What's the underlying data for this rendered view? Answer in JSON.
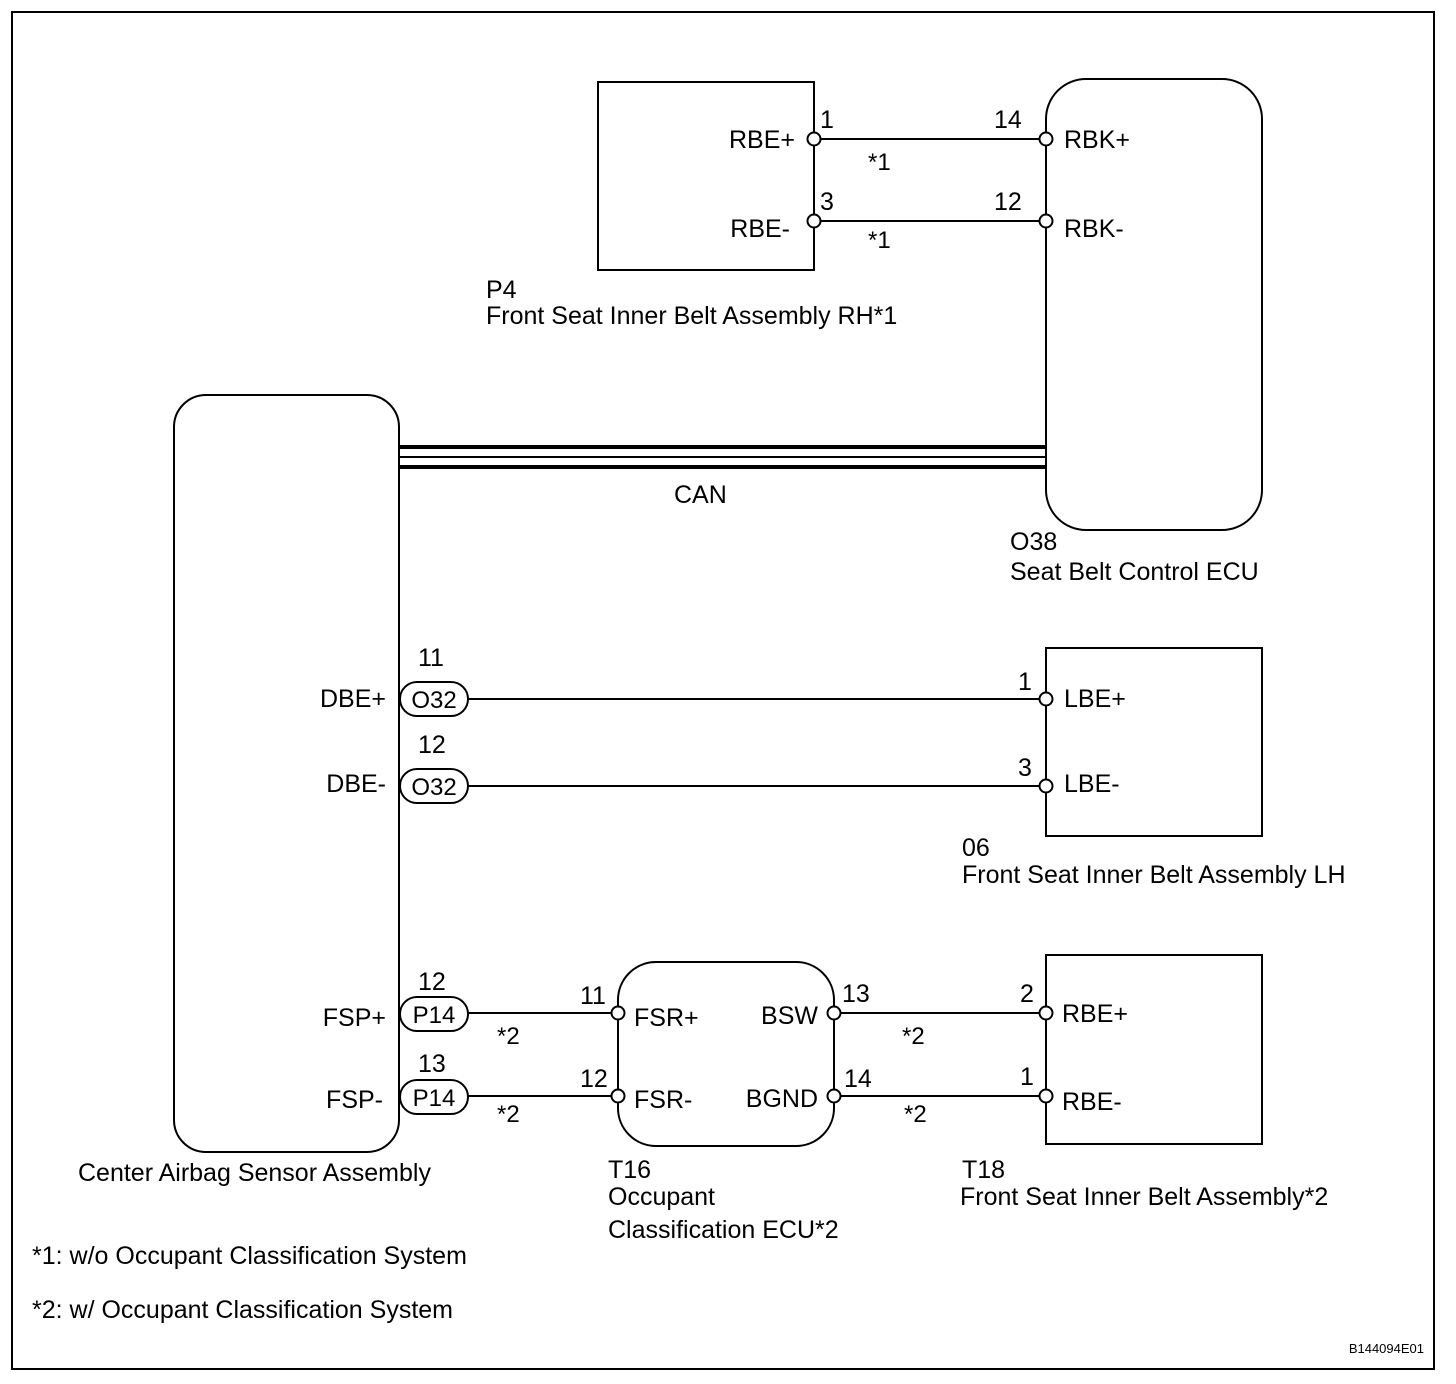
{
  "components": {
    "rh_belt": {
      "code": "P4",
      "name": "Front Seat Inner Belt Assembly RH*1",
      "pins": {
        "p1": "RBE+",
        "p2": "RBE-"
      }
    },
    "seatbelt_ecu": {
      "code": "O38",
      "name": "Seat Belt Control ECU",
      "pins": {
        "p1": "RBK+",
        "p2": "RBK-"
      }
    },
    "airbag_sensor": {
      "name": "Center Airbag Sensor Assembly",
      "pins": {
        "p1": "DBE+",
        "p2": "DBE-",
        "p3": "FSP+",
        "p4": "FSP-"
      }
    },
    "lh_belt": {
      "code": "06",
      "name": "Front Seat Inner Belt Assembly LH",
      "pins": {
        "p1": "LBE+",
        "p2": "LBE-"
      }
    },
    "occupant_ecu": {
      "code": "T16",
      "name_line1": "Occupant",
      "name_line2": "Classification ECU*2",
      "pins": {
        "p1": "FSR+",
        "p2": "FSR-",
        "p3": "BSW",
        "p4": "BGND"
      }
    },
    "t18_belt": {
      "code": "T18",
      "name": "Front Seat Inner Belt Assembly*2",
      "pins": {
        "p1": "RBE+",
        "p2": "RBE-"
      }
    }
  },
  "pin_numbers": {
    "rh_1": "1",
    "rh_3": "3",
    "ecu_14": "14",
    "ecu_12": "12",
    "dbe_plus": "11",
    "dbe_minus": "12",
    "lbe_plus": "1",
    "lbe_minus": "3",
    "fsp_plus": "12",
    "fsp_minus": "13",
    "fsr_plus": "11",
    "fsr_minus": "12",
    "bsw": "13",
    "bgnd": "14",
    "t18_rbe_plus": "2",
    "t18_rbe_minus": "1"
  },
  "connectors": {
    "dbe_plus": "O32",
    "dbe_minus": "O32",
    "fsp_plus": "P14",
    "fsp_minus": "P14"
  },
  "wire_notes": {
    "n1": "*1",
    "n2": "*1",
    "n3": "*2",
    "n4": "*2",
    "n5": "*2",
    "n6": "*2"
  },
  "bus_label": "CAN",
  "legend": {
    "note1": "*1: w/o Occupant Classification System",
    "note2": "*2: w/ Occupant Classification System"
  },
  "figure_id": "B144094E01"
}
